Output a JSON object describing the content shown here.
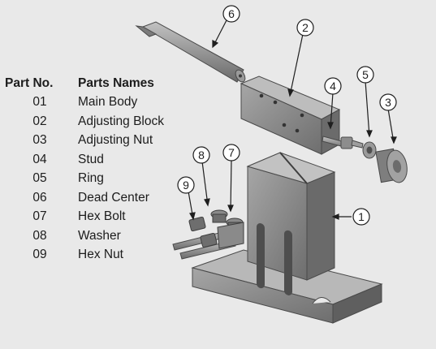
{
  "table": {
    "header_no": "Part No.",
    "header_name": "Parts Names",
    "rows": [
      {
        "no": "01",
        "name": "Main Body"
      },
      {
        "no": "02",
        "name": "Adjusting Block"
      },
      {
        "no": "03",
        "name": "Adjusting Nut"
      },
      {
        "no": "04",
        "name": "Stud"
      },
      {
        "no": "05",
        "name": "Ring"
      },
      {
        "no": "06",
        "name": "Dead Center"
      },
      {
        "no": "07",
        "name": "Hex Bolt"
      },
      {
        "no": "08",
        "name": "Washer"
      },
      {
        "no": "09",
        "name": "Hex Nut"
      }
    ]
  },
  "callouts": [
    "6",
    "2",
    "4",
    "5",
    "3",
    "8",
    "7",
    "9",
    "1"
  ],
  "colors": {
    "background": "#e9e9e9",
    "part_fill": "#8d8d8d",
    "part_dark": "#5e5e5e",
    "part_light": "#b5b5b5",
    "ink": "#1c1c1c"
  }
}
